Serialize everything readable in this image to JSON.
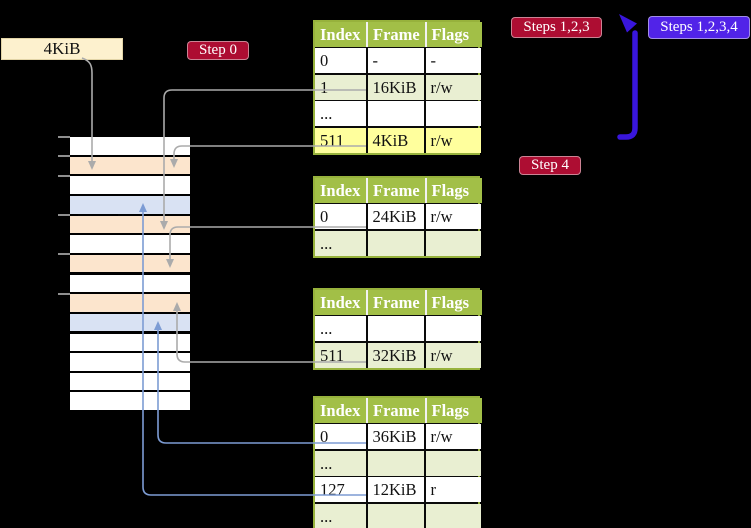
{
  "labels": {
    "frame_pointer": "4KiB",
    "step0": "Step 0",
    "steps_123": "Steps 1,2,3",
    "steps_1234": "Steps 1,2,3,4",
    "step4": "Step 4"
  },
  "memory": {
    "rows": [
      "free",
      "table",
      "free",
      "mapped",
      "table",
      "free",
      "table",
      "free",
      "table",
      "mapped",
      "free",
      "free",
      "free",
      "free"
    ],
    "tick_rows": [
      0,
      1,
      2,
      4,
      6,
      8
    ]
  },
  "tables": [
    {
      "name": "level-4-table",
      "columns": [
        "Index",
        "Frame",
        "Flags"
      ],
      "rows": [
        {
          "cells": [
            "0",
            "-",
            "-"
          ]
        },
        {
          "cells": [
            "1",
            "16KiB",
            "r/w"
          ]
        },
        {
          "cells": [
            "...",
            "",
            ""
          ]
        },
        {
          "cells": [
            "511",
            "4KiB",
            "r/w"
          ]
        }
      ]
    },
    {
      "name": "level-3-table",
      "columns": [
        "Index",
        "Frame",
        "Flags"
      ],
      "rows": [
        {
          "cells": [
            "0",
            "24KiB",
            "r/w"
          ]
        },
        {
          "cells": [
            "...",
            "",
            ""
          ]
        }
      ]
    },
    {
      "name": "level-2-table",
      "columns": [
        "Index",
        "Frame",
        "Flags"
      ],
      "rows": [
        {
          "cells": [
            "...",
            "",
            ""
          ]
        },
        {
          "cells": [
            "511",
            "32KiB",
            "r/w"
          ]
        }
      ]
    },
    {
      "name": "level-1-table",
      "columns": [
        "Index",
        "Frame",
        "Flags"
      ],
      "rows": [
        {
          "cells": [
            "0",
            "36KiB",
            "r/w"
          ]
        },
        {
          "cells": [
            "...",
            "",
            ""
          ]
        },
        {
          "cells": [
            "127",
            "12KiB",
            "r"
          ]
        },
        {
          "cells": [
            "...",
            "",
            ""
          ]
        }
      ]
    }
  ],
  "connections": [
    {
      "from": "frame-pointer-label",
      "to": "frame-4KiB",
      "color": "gray"
    },
    {
      "from": "level4-entry-1",
      "to": "frame-16KiB",
      "color": "gray"
    },
    {
      "from": "level4-entry-511",
      "to": "frame-4KiB",
      "color": "gray"
    },
    {
      "from": "level3-entry-0",
      "to": "frame-24KiB",
      "color": "gray"
    },
    {
      "from": "level2-entry-511",
      "to": "frame-32KiB",
      "color": "gray"
    },
    {
      "from": "level1-entry-0",
      "to": "frame-36KiB",
      "color": "blue"
    },
    {
      "from": "level1-entry-127",
      "to": "frame-12KiB",
      "color": "blue"
    },
    {
      "from": "table-bottom",
      "to": "table-top",
      "color": "recursive-blue"
    }
  ],
  "colors": {
    "background": "#000000",
    "table_header_bg": "#a2bf47",
    "table_border": "#97b23c",
    "row_alt_green": "#e9efd2",
    "highlight_yellow": "#ffff9d",
    "frame_with_table_peach": "#fce5cd",
    "frame_mapped_blue": "#d9e2f3",
    "pointer_label_bg": "#fdf1ce",
    "step_badge_red": "#ad0d32",
    "steps_badge_blue": "#5123e8",
    "recursive_arrow_blue": "#3916dc",
    "connector_gray": "#ababab",
    "connector_blue": "#7d9cd4"
  }
}
